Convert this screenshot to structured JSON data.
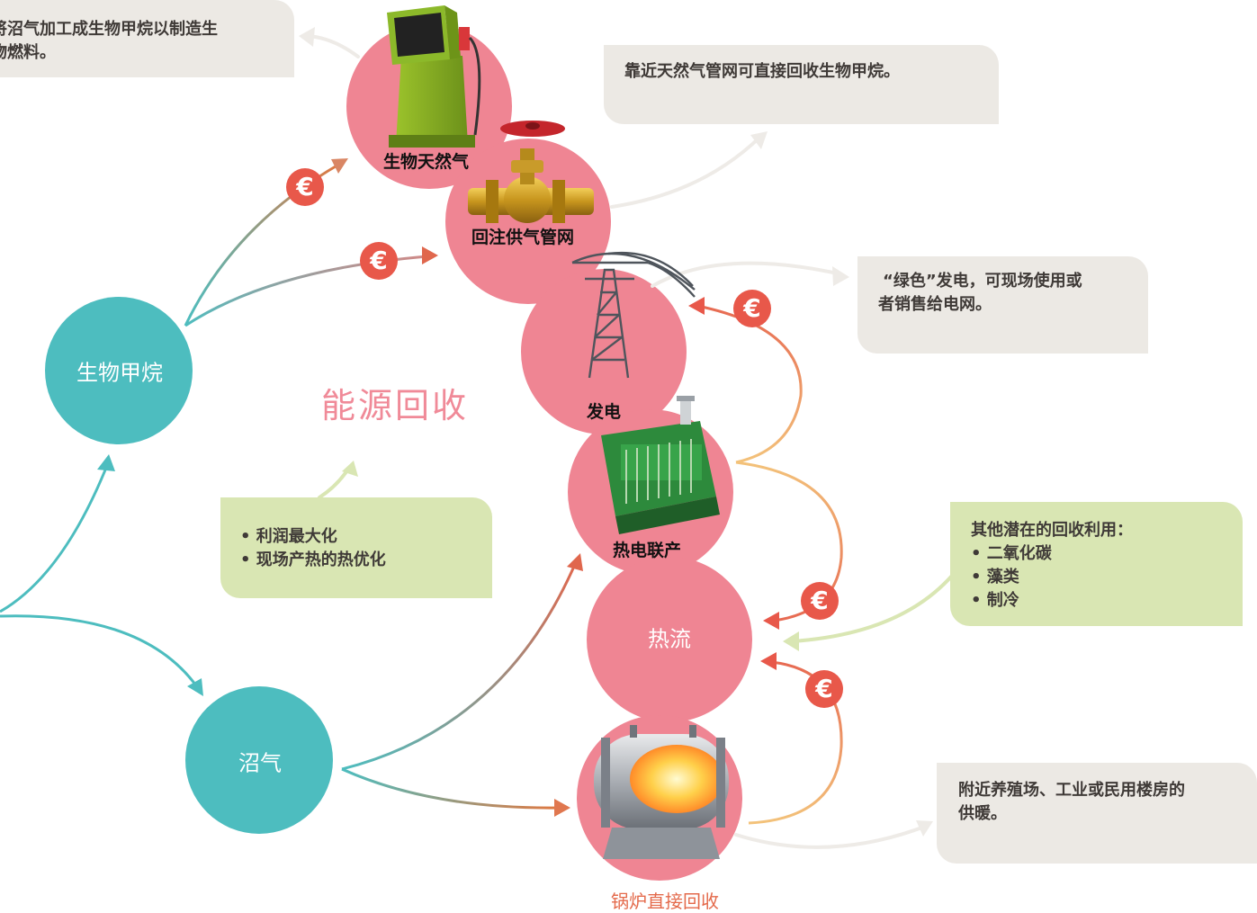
{
  "center_title": "能源回收",
  "nodes": {
    "bio_natural_gas": "生物天然气",
    "grid_injection": "回注供气管网",
    "power": "发电",
    "chp": "热电联产",
    "heat": "热流",
    "biomethane": "生物甲烷",
    "biogas": "沼气"
  },
  "bottom_label": "锅炉直接回收",
  "notes": {
    "top_left": [
      "将沼气加工成生物甲烷以制造生",
      "物燃料。"
    ],
    "top_right": [
      "靠近天然气管网可直接回收生物甲烷。"
    ],
    "green_power": [
      "“绿色”发电，可现场使用或",
      "者销售给电网。"
    ],
    "center_green": [
      "• 利润最大化",
      "• 现场产热的热优化"
    ],
    "other_uses": [
      "其他潜在的回收利用：",
      "• 二氧化碳",
      "• 藻类",
      "• 制冷"
    ],
    "heating": [
      "附近养殖场、工业或民用楼房的",
      "供暖。"
    ]
  },
  "euro_symbol": "€",
  "icons": [
    "fuel-pump-icon",
    "pipe-valve-icon",
    "power-pylon-icon",
    "cogeneration-engine-icon",
    "boiler-icon"
  ],
  "colors": {
    "pink": "#ef8593",
    "teal": "#4dbdbf",
    "euro_red": "#e8584a",
    "note_grey": "#ece9e4",
    "note_green": "#d9e6b3"
  }
}
